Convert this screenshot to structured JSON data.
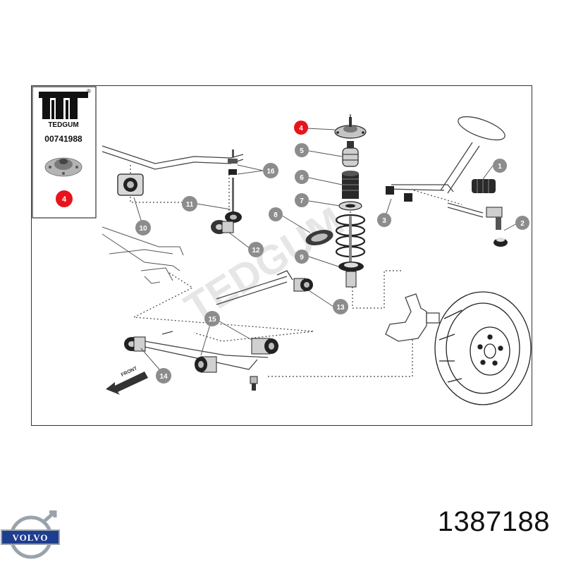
{
  "brand": {
    "name": "TEDGUM",
    "registered_mark": "®",
    "catalog_number": "00741988"
  },
  "highlighted_part": "4",
  "part_number": "1387188",
  "volvo_logo_text": "VOLVO",
  "front_arrow_label": "FRONT",
  "watermark": "TEDGUM",
  "callouts": [
    "1",
    "2",
    "3",
    "4",
    "5",
    "6",
    "7",
    "8",
    "9",
    "10",
    "11",
    "12",
    "13",
    "14",
    "15",
    "16"
  ],
  "colors": {
    "callout_grey": "#8c8c8c",
    "highlight_red": "#e8141c",
    "line": "#333333",
    "volvo_blue": "#1e3d8f",
    "volvo_silver": "#9aa3ad"
  }
}
